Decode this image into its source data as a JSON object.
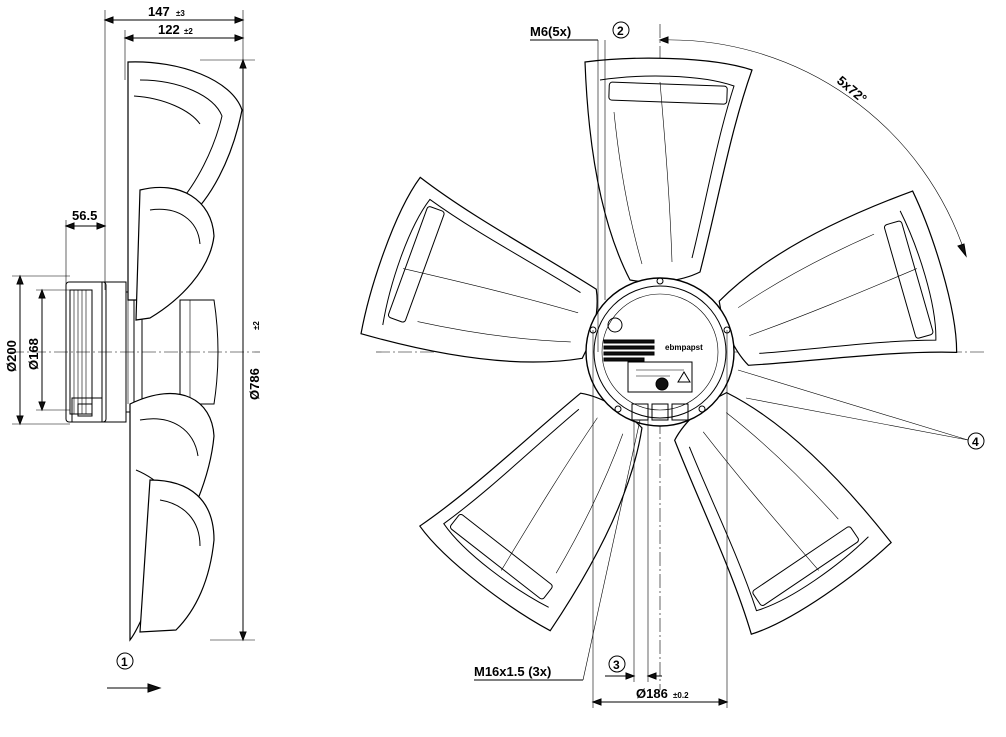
{
  "side_view": {
    "dim_overall_depth": "147",
    "dim_overall_depth_tol": "±3",
    "dim_blade_depth": "122",
    "dim_blade_depth_tol": "±2",
    "dim_motor_offset": "56.5",
    "dim_outer_diameter": "Ø786",
    "dim_outer_diameter_tol": "±2",
    "dim_flange_diameter": "Ø200",
    "dim_rotor_diameter": "Ø168",
    "airflow_marker": "1"
  },
  "front_view": {
    "thread_holes": "M6(5x)",
    "thread_holes_marker": "2",
    "blade_angle": "5x72°",
    "cable_gland": "M16x1.5 (3x)",
    "bolt_circle_marker": "3",
    "bolt_circle": "Ø186",
    "bolt_circle_tol": "±0.2",
    "balancing_marker": "4",
    "brand_label": "ebmpapst"
  }
}
